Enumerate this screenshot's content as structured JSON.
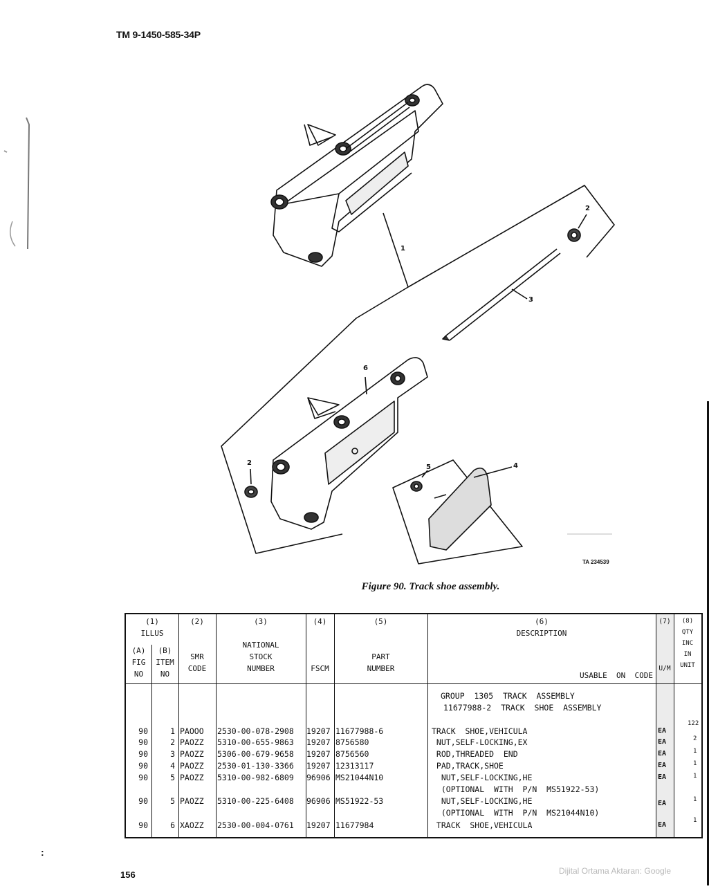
{
  "header": {
    "doc_number": "TM 9-1450-585-34P"
  },
  "figure": {
    "caption": "Figure 90.   Track shoe assembly.",
    "ta_code": "TA 234539",
    "callouts": [
      "1",
      "2",
      "3",
      "4",
      "5",
      "6",
      "2"
    ]
  },
  "table": {
    "headers": {
      "illus": "(1)\nILLUS",
      "fig": "(A)\nFIG\nNO",
      "item": "(B)\nITEM\nNO",
      "smr": "(2)\n\n\nSMR\nCODE",
      "nsn": "(3)\n\nNATIONAL\nSTOCK\nNUMBER",
      "fscm": "(4)\n\n\n\nFSCM",
      "part": "(5)\n\n\nPART\nNUMBER",
      "desc": "(6)\nDESCRIPTION",
      "usable": "USABLE  ON  CODE",
      "um": "(7)\n\n\n\nU/M",
      "qty": "(8)\nQTY\nINC\nIN\nUNIT"
    },
    "group_lines": [
      "GROUP  1305  TRACK  ASSEMBLY",
      "11677988-2  TRACK  SHOE  ASSEMBLY"
    ],
    "rows": [
      {
        "fig": "90",
        "item": "1",
        "smr": "PAOOO",
        "nsn": "2530-00-078-2908",
        "fscm": "19207",
        "part": "11677988-6",
        "desc": "TRACK  SHOE,VEHICULA",
        "um": "EA",
        "qty": "122"
      },
      {
        "fig": "90",
        "item": "2",
        "smr": "PAOZZ",
        "nsn": "5310-00-655-9863",
        "fscm": "19207",
        "part": "8756580",
        "desc": " NUT,SELF-LOCKING,EX",
        "um": "EA",
        "qty": "2"
      },
      {
        "fig": "90",
        "item": "3",
        "smr": "PAOZZ",
        "nsn": "5306-00-679-9658",
        "fscm": "19207",
        "part": "8756560",
        "desc": " ROD,THREADED  END",
        "um": "EA",
        "qty": "1"
      },
      {
        "fig": "90",
        "item": "4",
        "smr": "PAOZZ",
        "nsn": "2530-01-130-3366",
        "fscm": "19207",
        "part": "12313117",
        "desc": " PAD,TRACK,SHOE",
        "um": "EA",
        "qty": "1"
      },
      {
        "fig": "90",
        "item": "5",
        "smr": "PAOZZ",
        "nsn": "5310-00-982-6809",
        "fscm": "96906",
        "part": "MS21044N10",
        "desc": "  NUT,SELF-LOCKING,HE",
        "desc2": "  (OPTIONAL  WITH  P/N  MS51922-53)",
        "um": "EA",
        "qty": "1"
      },
      {
        "fig": "90",
        "item": "5",
        "smr": "PAOZZ",
        "nsn": "5310-00-225-6408",
        "fscm": "96906",
        "part": "MS51922-53",
        "desc": "  NUT,SELF-LOCKING,HE",
        "desc2": "  (OPTIONAL  WITH  P/N  MS21044N10)",
        "um": "EA",
        "qty": "1"
      },
      {
        "fig": "90",
        "item": "6",
        "smr": "XAOZZ",
        "nsn": "2530-00-004-0761",
        "fscm": "19207",
        "part": "11677984",
        "desc": " TRACK  SHOE,VEHICULA",
        "um": "EA",
        "qty": "1"
      }
    ]
  },
  "footer": {
    "page_number": "156",
    "watermark": "Dijital Ortama Aktaran: Google"
  }
}
